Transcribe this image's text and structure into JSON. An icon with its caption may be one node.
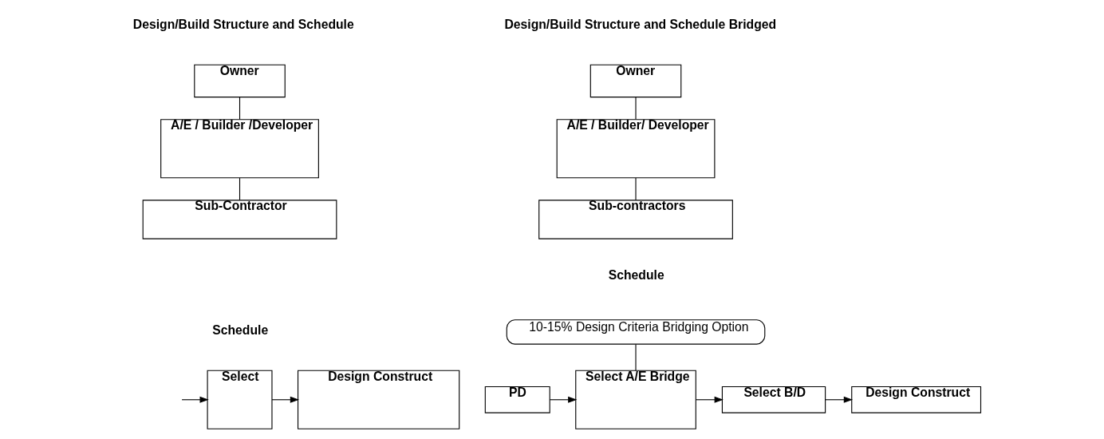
{
  "diagram": {
    "nodes": [
      {
        "text": [
          "Owner"
        ]
      },
      {
        "text": [
          "A/E / Builder /Developer"
        ]
      },
      {
        "text": [
          "Sub-Contractor"
        ]
      },
      {
        "text": [
          "Select"
        ]
      },
      {
        "text": [
          "Design Construct"
        ]
      },
      {
        "text": [
          "Owner"
        ]
      },
      {
        "text": [
          "A/E / Builder/ Developer"
        ]
      },
      {
        "text": [
          "Sub-contractors"
        ]
      },
      {
        "text": [
          "10-15% Design Criteria Bridging Option"
        ]
      },
      {
        "text": [
          "PD"
        ]
      },
      {
        "text": [
          "Select A/E Bridge"
        ]
      },
      {
        "text": [
          "Select B/D"
        ]
      },
      {
        "text": [
          "Design Construct"
        ]
      }
    ],
    "edges": [
      {
        "from": 0,
        "to": 1,
        "arrow": "none"
      },
      {
        "from": 1,
        "to": 2,
        "arrow": "none"
      },
      {
        "from": null,
        "to": 3,
        "arrow": "to"
      },
      {
        "from": 3,
        "to": 4,
        "arrow": "to"
      },
      {
        "from": 5,
        "to": 6,
        "arrow": "none"
      },
      {
        "from": 6,
        "to": 7,
        "arrow": "none"
      },
      {
        "from": 8,
        "to": 10,
        "arrow": "none"
      },
      {
        "from": 9,
        "to": 10,
        "arrow": "to"
      },
      {
        "from": 10,
        "to": 11,
        "arrow": "to"
      },
      {
        "from": 11,
        "to": 12,
        "arrow": "to"
      }
    ],
    "labels": [
      "Design/Build Structure and Schedule",
      "Design/Build Structure and Schedule Bridged",
      "Schedule",
      "Schedule"
    ]
  }
}
